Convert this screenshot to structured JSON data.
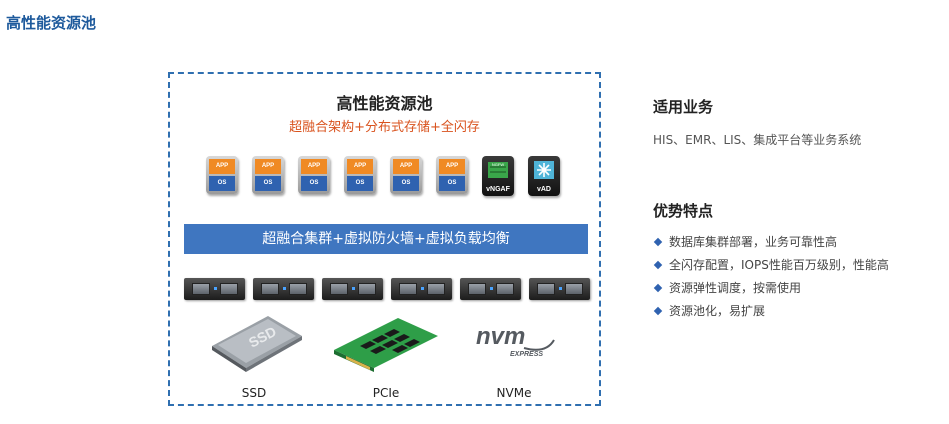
{
  "page_title": "高性能资源池",
  "diagram": {
    "title": "高性能资源池",
    "subtitle": "超融合架构+分布式存储+全闪存",
    "vm_app_label": "APP",
    "vm_os_label": "OS",
    "appliances": [
      {
        "label": "vNGAF",
        "icon": "ngfw-icon",
        "color": "#3aa64a"
      },
      {
        "label": "vAD",
        "icon": "vad-icon",
        "color": "#4fb4d8"
      }
    ],
    "cluster_bar": "超融合集群+虚拟防火墙+虚拟负载均衡",
    "storage": [
      {
        "label": "SSD",
        "icon": "ssd-icon"
      },
      {
        "label": "PCIe",
        "icon": "pcie-card-icon"
      },
      {
        "label": "NVMe",
        "icon": "nvme-logo-icon"
      }
    ]
  },
  "use_cases": {
    "heading": "适用业务",
    "text": "HIS、EMR、LIS、集成平台等业务系统"
  },
  "advantages": {
    "heading": "优势特点",
    "items": [
      "数据库集群部署，业务可靠性高",
      "全闪存配置，IOPS性能百万级别，性能高",
      "资源弹性调度，按需使用",
      "资源池化，易扩展"
    ]
  },
  "colors": {
    "accent_blue": "#1e5a9c",
    "subtitle_orange": "#d9531e",
    "cluster_bar": "#3f76c0",
    "border_dashed": "#2f6fb0"
  }
}
